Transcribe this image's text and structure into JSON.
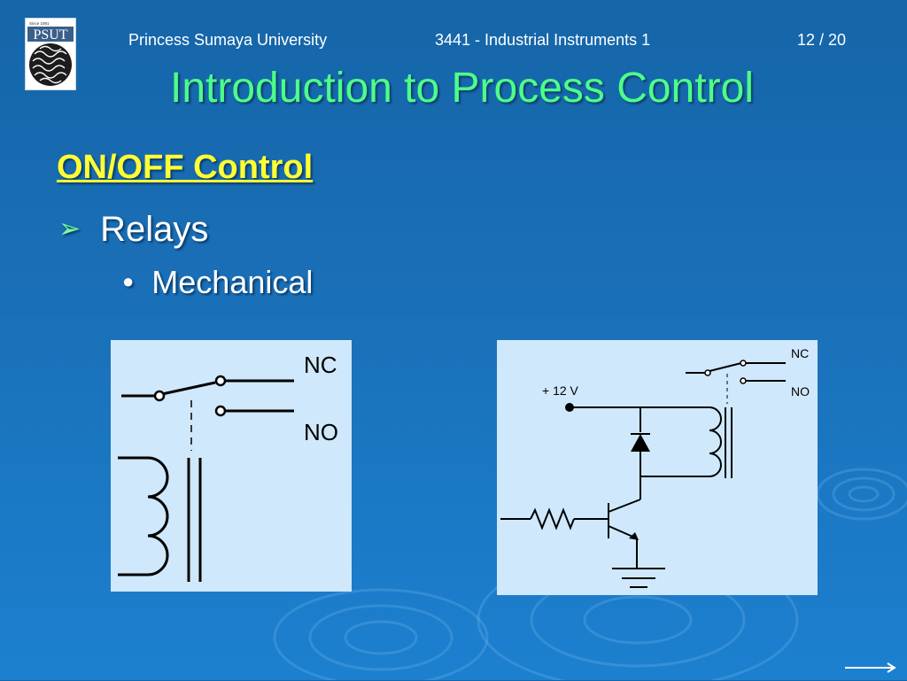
{
  "header": {
    "logo_text": "PSUT",
    "logo_since": "Since 1991",
    "university": "Princess Sumaya University",
    "course": "3441 - Industrial Instruments 1",
    "page": "12 / 20"
  },
  "slide": {
    "title": "Introduction to Process Control",
    "section": "ON/OFF Control",
    "bullet_level1": "Relays",
    "bullet_level2": "Mechanical"
  },
  "left_diagram": {
    "nc_label": "NC",
    "no_label": "NO"
  },
  "right_diagram": {
    "supply_label": "+ 12 V",
    "nc_label": "NC",
    "no_label": "NO"
  },
  "navigation": {
    "next_icon": "arrow-right-icon"
  },
  "colors": {
    "background": "#1a70b8",
    "title": "#4dff88",
    "section": "#ffff33",
    "panel": "#cfe8fb"
  }
}
